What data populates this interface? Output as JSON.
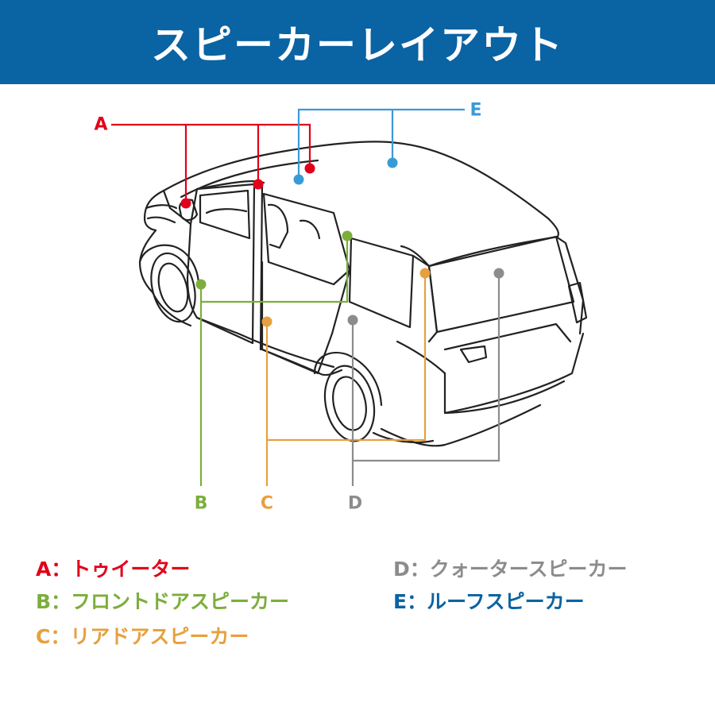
{
  "title": "スピーカーレイアウト",
  "colors": {
    "header_bg": "#0a63a3",
    "A": "#e2001a",
    "B": "#7cae3c",
    "C": "#e7a03f",
    "D": "#8c8c8c",
    "E": "#3a9ad6",
    "E_legend": "#0a63a3"
  },
  "diagram": {
    "subject": "minivan line drawing",
    "callouts": {
      "A": "A",
      "B": "B",
      "C": "C",
      "D": "D",
      "E": "E"
    }
  },
  "legend": [
    {
      "key": "A",
      "text": "A：トゥイーター"
    },
    {
      "key": "B",
      "text": "B：フロントドアスピーカー"
    },
    {
      "key": "C",
      "text": "C：リアドアスピーカー"
    },
    {
      "key": "D",
      "text": "D：クォータースピーカー"
    },
    {
      "key": "E",
      "text": "E：ルーフスピーカー"
    }
  ]
}
